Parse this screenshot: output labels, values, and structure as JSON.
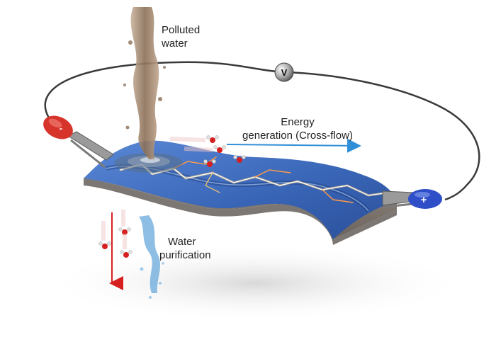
{
  "labels": {
    "polluted_water": [
      "Polluted",
      "water"
    ],
    "energy_generation": [
      "Energy",
      "generation (Cross-flow)"
    ],
    "water_purification": [
      "Water",
      "purification"
    ]
  },
  "voltmeter": {
    "symbol": "V"
  },
  "terminals": {
    "negative": "-",
    "positive": "+"
  },
  "colors": {
    "membrane": "#3f6fc0",
    "membrane_dark": "#1f3f7f",
    "negative_clip": "#d6332a",
    "positive_clip": "#2f4fc8",
    "flow_arrow": "#2f8fd8",
    "purify_arrow": "#d62020",
    "polluted_water": "#a0836a",
    "clean_water": "#6aa8dc",
    "wire": "#3a3a3a"
  },
  "icons": [
    "voltmeter-icon",
    "negative-clip-icon",
    "positive-clip-icon",
    "water-molecule-icon",
    "lightning-icon"
  ]
}
